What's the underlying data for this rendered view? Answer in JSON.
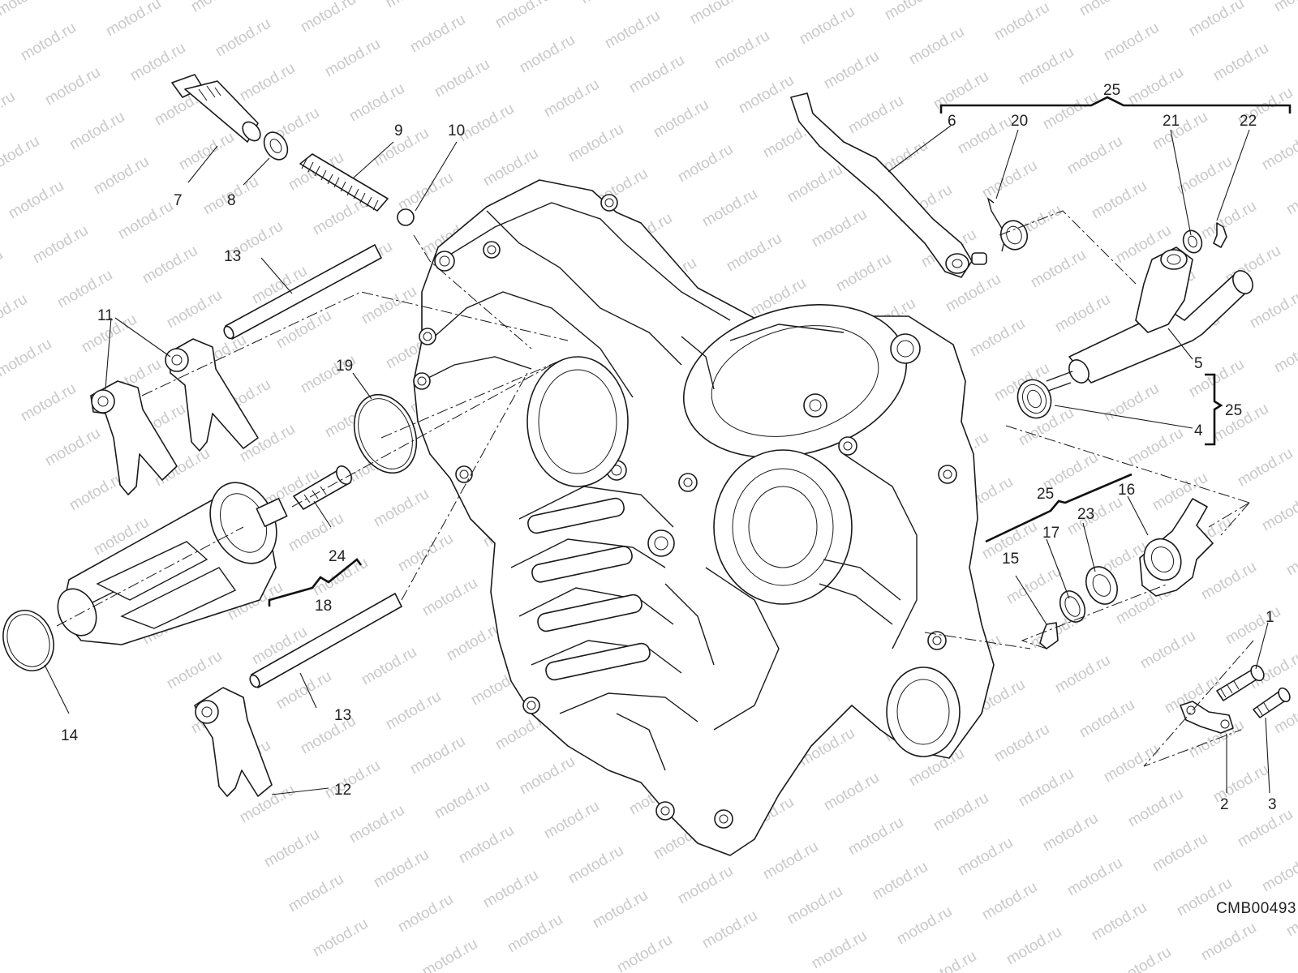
{
  "watermark": "motod.ru",
  "diagram_code": "CMB00493",
  "part_numbers": {
    "p1": "1",
    "p2": "2",
    "p3": "3",
    "p4": "4",
    "p5": "5",
    "p6": "6",
    "p7": "7",
    "p8": "8",
    "p9": "9",
    "p10": "10",
    "p11": "11",
    "p12": "12",
    "p13": "13",
    "p14": "14",
    "p15": "15",
    "p16": "16",
    "p17": "17",
    "p18": "18",
    "p19": "19",
    "p20": "20",
    "p21": "21",
    "p22": "22",
    "p23": "23",
    "p24": "24",
    "p25": "25"
  }
}
